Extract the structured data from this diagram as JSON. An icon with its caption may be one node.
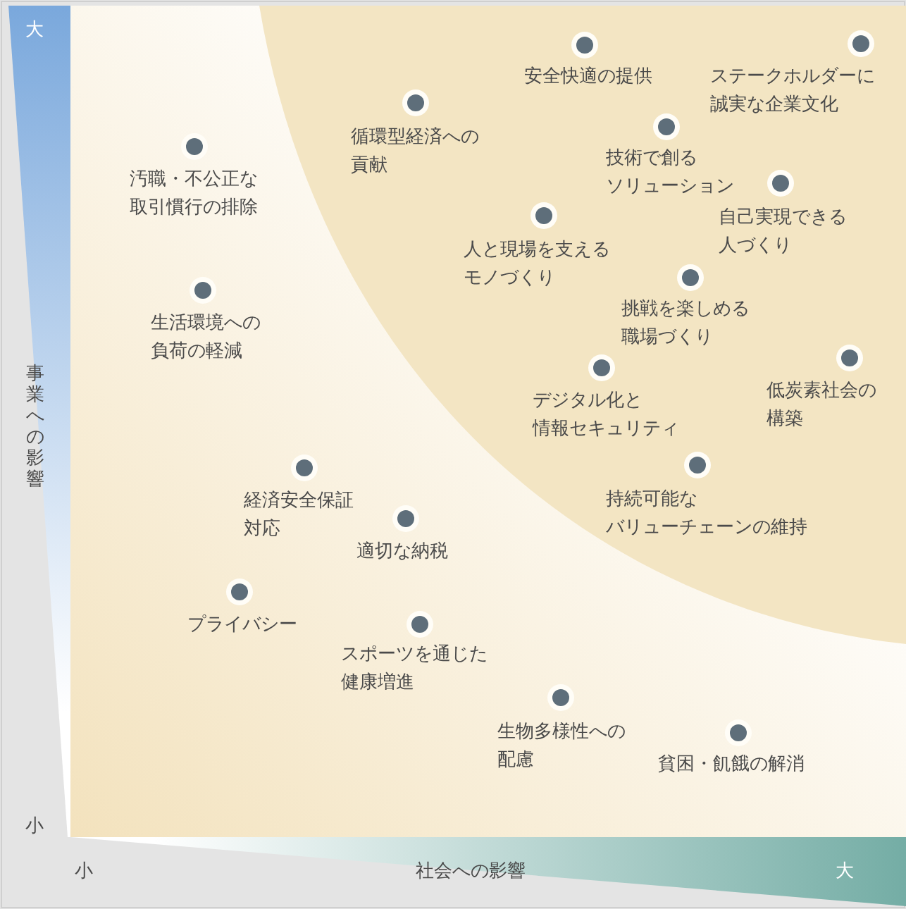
{
  "diagram": {
    "labels": [
      "大",
      "事業への影響",
      "安全快適の提供",
      "ステークホルダーに誠実な企業文化",
      "循環型経済への貢献",
      "技術で創るソリューション",
      "汚職・不公正な取引慣行の排除",
      "自己実現できる人づくり",
      "人と現場を支えるモノづくり",
      "挑戦を楽しめる職場づくり",
      "生活環境への負荷の軽減",
      "低炭素社会の構築",
      "デジタル化と情報セキュリティ",
      "経済安全保証対応",
      "持続可能なバリューチェーンの維持",
      "適切な納税",
      "プライバシー",
      "スポーツを通じた健康増進",
      "生物多様性への配慮",
      "貧困・飢餓の解消",
      "小",
      "小",
      "社会への影響",
      "大"
    ]
  }
}
